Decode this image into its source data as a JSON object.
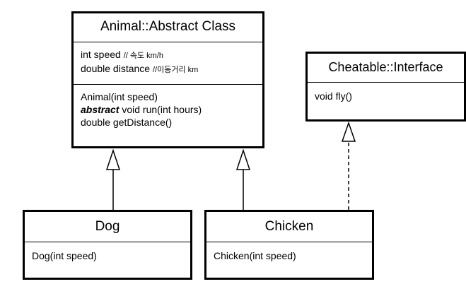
{
  "animal": {
    "title": "Animal::Abstract Class",
    "attr1_main": "int speed ",
    "attr1_comment": "// 속도 km/h",
    "attr2_main": "double distance ",
    "attr2_comment": "//이동거리 km",
    "method1": "Animal(int speed)",
    "method2_keyword": "abstract",
    "method2_rest": " void run(int hours)",
    "method3": "double getDistance()"
  },
  "cheatable": {
    "title": "Cheatable::Interface",
    "method1": "void fly()"
  },
  "dog": {
    "title": "Dog",
    "method1": "Dog(int speed)"
  },
  "chicken": {
    "title": "Chicken",
    "method1": "Chicken(int speed)"
  }
}
